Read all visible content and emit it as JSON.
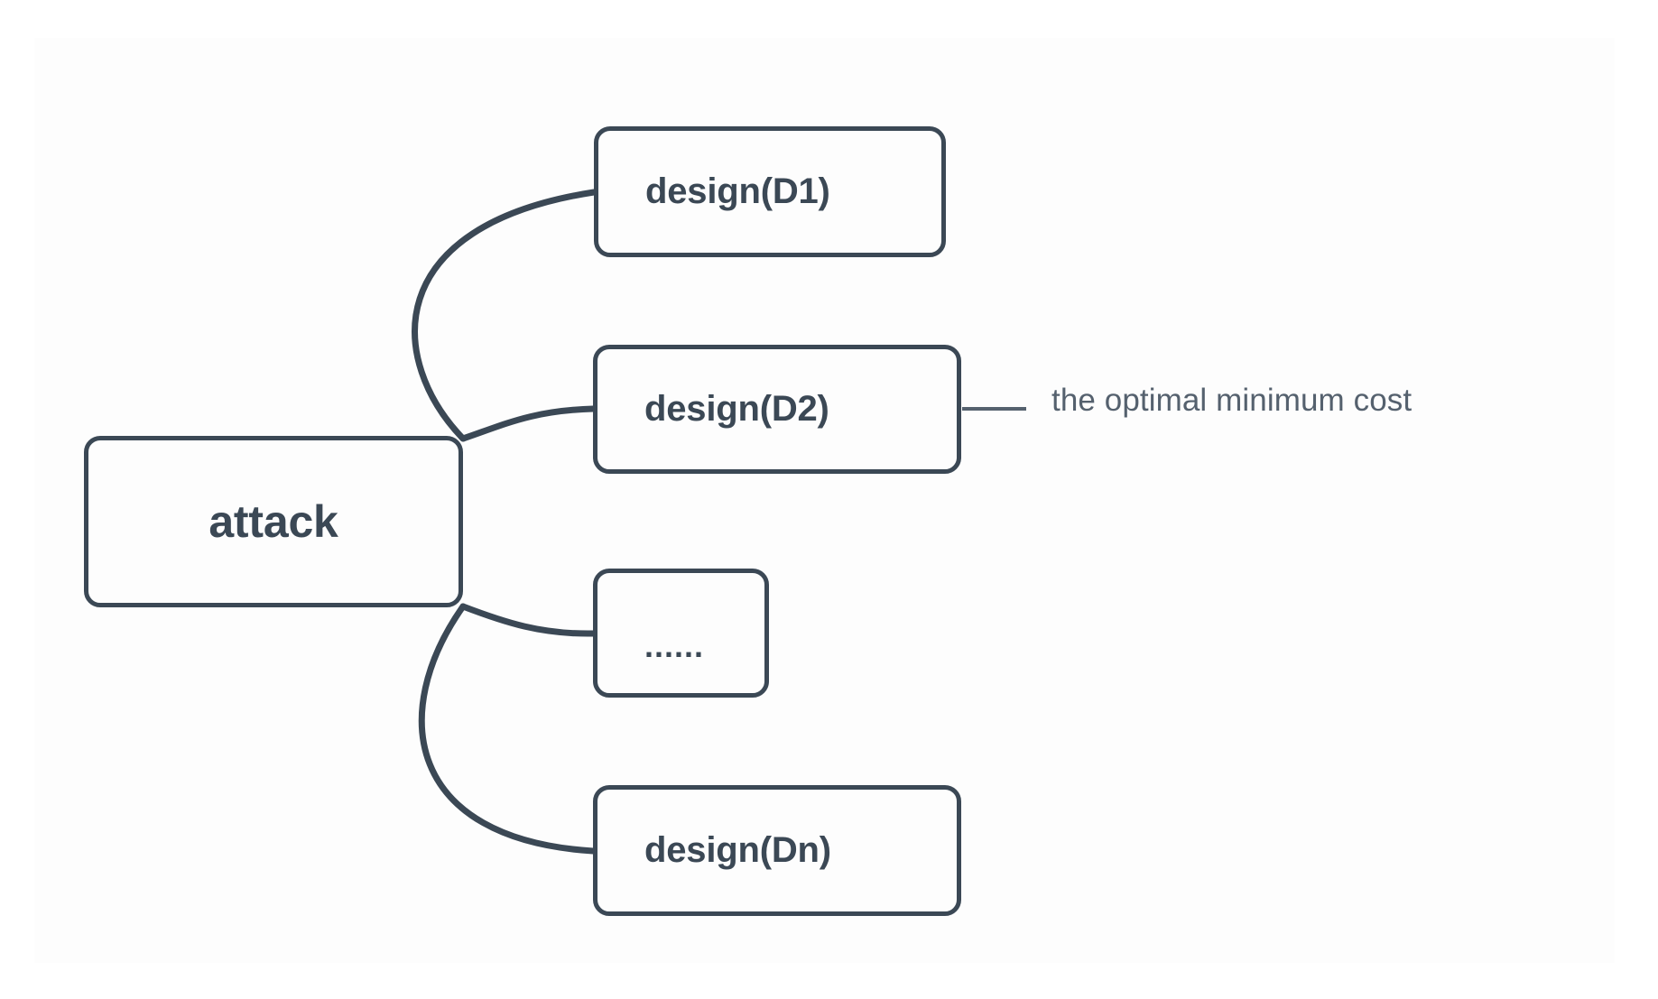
{
  "diagram": {
    "type": "mindmap",
    "background_color": "#fdfdfd",
    "stroke_color": "#3b4855",
    "text_color": "#3b4855",
    "root": {
      "id": "attack",
      "label": "attack"
    },
    "children": [
      {
        "id": "d1",
        "label": "design(D1)"
      },
      {
        "id": "d2",
        "label": "design(D2)"
      },
      {
        "id": "dots",
        "label": "......"
      },
      {
        "id": "dn",
        "label": "design(Dn)"
      }
    ],
    "annotation": {
      "target": "d2",
      "label": "the optimal minimum cost",
      "color": "#55616e"
    }
  }
}
